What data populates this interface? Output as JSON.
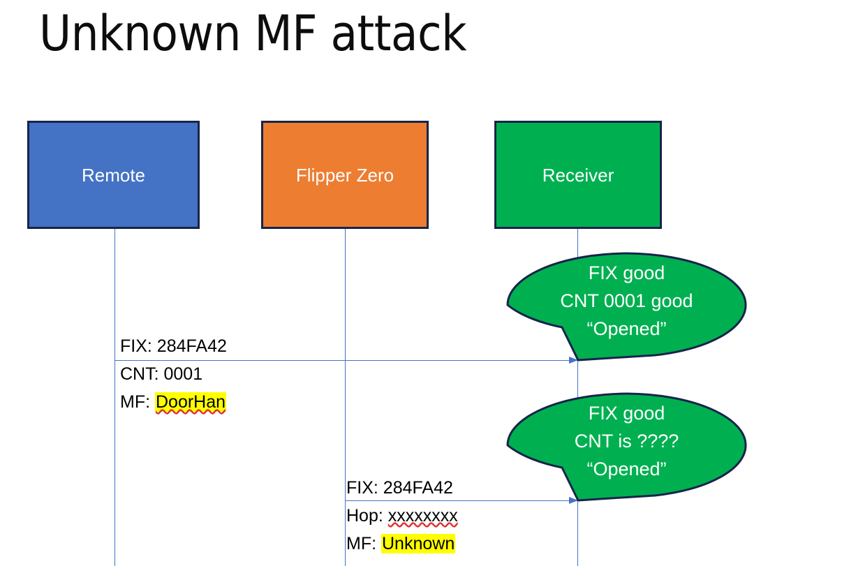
{
  "slide": {
    "title": "Unknown MF attack"
  },
  "actors": [
    {
      "id": "remote",
      "label": "Remote",
      "color": "#4472c4"
    },
    {
      "id": "flipper",
      "label": "Flipper Zero",
      "color": "#ed7d31"
    },
    {
      "id": "receiver",
      "label": "Receiver",
      "color": "#00b050"
    }
  ],
  "messages": [
    {
      "id": "remote-to-receiver",
      "from": "remote",
      "to": "receiver",
      "lines": [
        {
          "prefix": "FIX: ",
          "value": "284FA42",
          "highlight": false,
          "spellcheck_underline": false
        },
        {
          "prefix": "CNT: ",
          "value": "0001",
          "highlight": false,
          "spellcheck_underline": false
        },
        {
          "prefix": "MF: ",
          "value": "DoorHan",
          "highlight": true,
          "spellcheck_underline": true
        }
      ]
    },
    {
      "id": "flipper-to-receiver",
      "from": "flipper",
      "to": "receiver",
      "lines": [
        {
          "prefix": "FIX: ",
          "value": "284FA42",
          "highlight": false,
          "spellcheck_underline": false
        },
        {
          "prefix": "Hop: ",
          "value": "xxxxxxxx",
          "highlight": false,
          "spellcheck_underline": true
        },
        {
          "prefix": "MF: ",
          "value": "Unknown",
          "highlight": true,
          "spellcheck_underline": false
        }
      ]
    }
  ],
  "bubbles": [
    {
      "id": "receiver-response-1",
      "fill": "#00b050",
      "stroke": "#17244a",
      "lines": [
        "FIX good",
        "CNT 0001 good",
        "“Opened”"
      ]
    },
    {
      "id": "receiver-response-2",
      "fill": "#00b050",
      "stroke": "#17244a",
      "lines": [
        "FIX good",
        "CNT is ????",
        "“Opened”"
      ]
    }
  ],
  "colors": {
    "highlight": "#ffff00",
    "lifeline": "#4472c4",
    "box_border": "#17244a",
    "spellcheck": "#e03030"
  }
}
